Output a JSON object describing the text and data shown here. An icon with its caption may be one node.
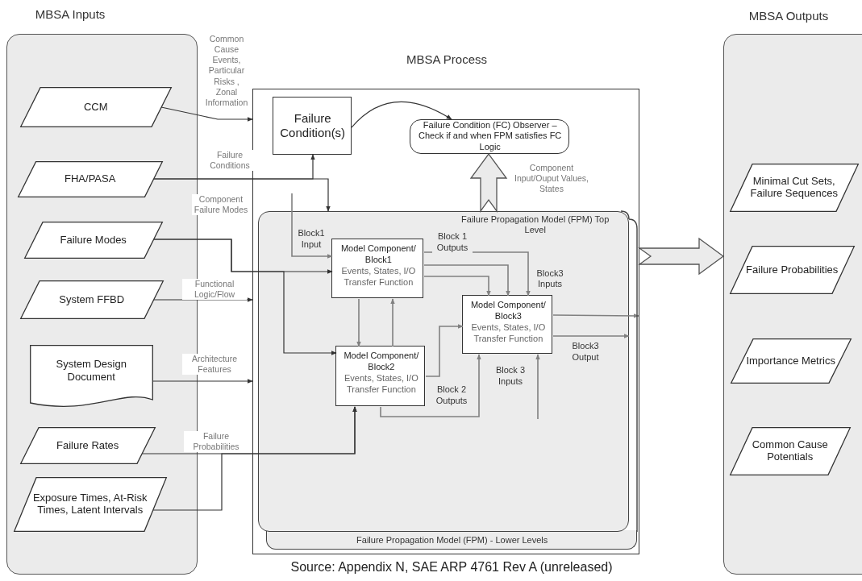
{
  "diagram": {
    "nodes": [
      {
        "text": [
          "MBSA Inputs"
        ]
      },
      {
        "text": [
          "CCM"
        ],
        "in": 0
      },
      {
        "text": [
          "FHA/PASA"
        ],
        "in": 0
      },
      {
        "text": [
          "Failure Modes"
        ],
        "in": 0
      },
      {
        "text": [
          "System FFBD"
        ],
        "in": 0
      },
      {
        "text": [
          "System Design Document"
        ],
        "in": 0
      },
      {
        "text": [
          "Failure Rates"
        ],
        "in": 0
      },
      {
        "text": [
          "Exposure Times, At-Risk Times, Latent Intervals"
        ],
        "in": 0
      },
      {
        "text": [
          "MBSA Process"
        ]
      },
      {
        "text": [
          "Failure Condition(s)"
        ],
        "in": 8
      },
      {
        "text": [
          "Failure Condition (FC) Observer – Check if  and when FPM satisfies FC Logic"
        ],
        "in": 8
      },
      {
        "text": [
          "Failure Propagation Model (FPM) Top Level"
        ],
        "in": 8
      },
      {
        "text": [
          "Failure Propagation Model (FPM) - Lower Levels"
        ],
        "in": 8
      },
      {
        "text": [
          "Model Component/ Block1",
          "Events, States, I/O Transfer Function"
        ],
        "in": 11
      },
      {
        "text": [
          "Model Component/ Block2",
          "Events, States, I/O Transfer Function"
        ],
        "in": 11
      },
      {
        "text": [
          "Model Component/ Block3",
          "Events, States, I/O Transfer Function"
        ],
        "in": 11
      },
      {
        "text": [
          "MBSA Outputs"
        ]
      },
      {
        "text": [
          "Minimal Cut Sets, Failure Sequences"
        ],
        "in": 16
      },
      {
        "text": [
          "Failure Probabilities"
        ],
        "in": 16
      },
      {
        "text": [
          "Importance Metrics"
        ],
        "in": 16
      },
      {
        "text": [
          "Common Cause Potentials"
        ],
        "in": 16
      }
    ],
    "edges": [
      {
        "from": 1,
        "to": 8,
        "arrow": "to",
        "label": "Common Cause Events, Particular Risks , Zonal Information"
      },
      {
        "from": 2,
        "to": 9,
        "arrow": "to",
        "label": "Failure Conditions"
      },
      {
        "from": 2,
        "to": 11,
        "arrow": "to"
      },
      {
        "from": 3,
        "to": 13,
        "arrow": "to",
        "label": "Component Failure Modes"
      },
      {
        "from": 3,
        "to": 14,
        "arrow": "to"
      },
      {
        "from": 4,
        "to": 8,
        "arrow": "to",
        "label": "Functional Logic/Flow"
      },
      {
        "from": 5,
        "to": 8,
        "arrow": "to",
        "label": "Architecture Features"
      },
      {
        "from": 6,
        "to": 14,
        "arrow": "to",
        "label": "Failure Probabilities"
      },
      {
        "from": 7,
        "to": 14,
        "arrow": "to"
      },
      {
        "from": 9,
        "to": 10,
        "arrow": "to"
      },
      {
        "from": 11,
        "to": 10,
        "arrow": "to",
        "label": "Component Input/Ouput Values, States",
        "style": "thick"
      },
      {
        "from": null,
        "to": 13,
        "arrow": "to",
        "label": "Block1 Input",
        "color": "#808080"
      },
      {
        "from": 13,
        "to": 14,
        "arrow": "to",
        "color": "#808080"
      },
      {
        "from": 14,
        "to": 13,
        "arrow": "to",
        "color": "#808080"
      },
      {
        "from": 13,
        "to": 15,
        "arrow": "to",
        "label": "Block 1 Outputs",
        "color": "#808080"
      },
      {
        "from": 13,
        "to": 15,
        "arrow": "to",
        "color": "#808080"
      },
      {
        "from": 13,
        "to": 15,
        "arrow": "to",
        "color": "#808080"
      },
      {
        "from": 14,
        "to": 15,
        "arrow": "to",
        "label": "Block 2 Outputs",
        "color": "#808080"
      },
      {
        "from": 14,
        "to": 15,
        "arrow": "to",
        "color": "#808080"
      },
      {
        "from": null,
        "to": 15,
        "arrow": "to",
        "label": "Block 3 Inputs",
        "color": "#808080"
      },
      {
        "from": 15,
        "to": 11,
        "arrow": "to",
        "color": "#808080"
      },
      {
        "from": 15,
        "to": 11,
        "arrow": "to",
        "label": "Block3 Output",
        "color": "#808080"
      },
      {
        "from": 8,
        "to": 16,
        "arrow": "to",
        "style": "thick"
      }
    ],
    "labels": [
      "Block3 Inputs",
      "Source: Appendix N, SAE ARP 4761 Rev A (unreleased)"
    ]
  }
}
